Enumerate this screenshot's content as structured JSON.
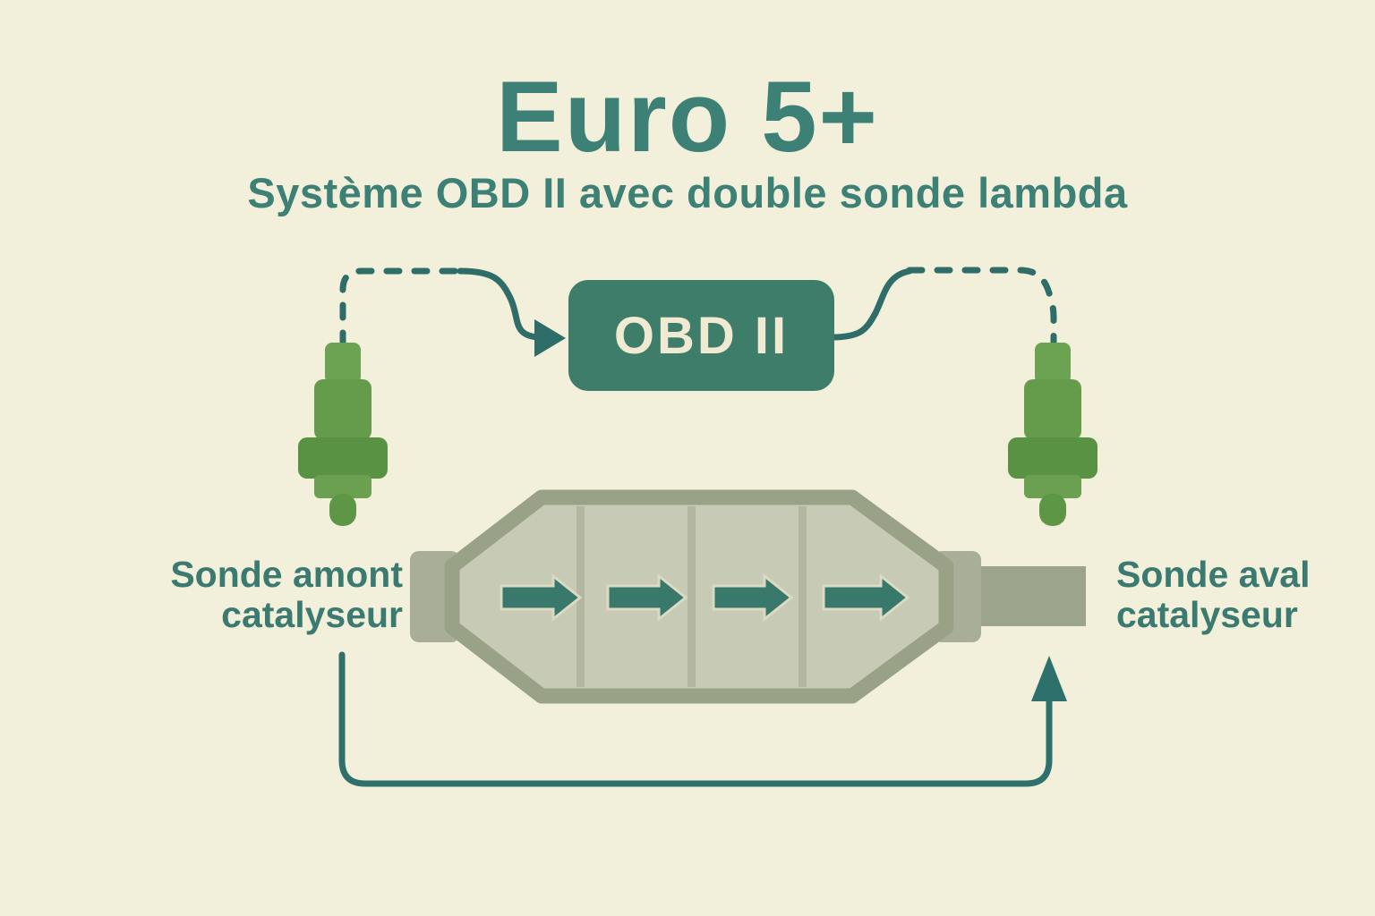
{
  "title": "Euro 5+",
  "subtitle": "Système OBD II avec double sonde lambda",
  "obd_module": {
    "label": "OBD II"
  },
  "labels": {
    "upstream_line1": "Sonde amont",
    "upstream_line2": "catalyseur",
    "downstream_line1": "Sonde aval",
    "downstream_line2": "catalyseur"
  },
  "diagram": {
    "components": [
      "upstream-lambda-sensor-icon",
      "downstream-lambda-sensor-icon",
      "obd2-module-box",
      "catalytic-converter-icon",
      "exhaust-flow-arrows",
      "feedback-loop-arrow"
    ],
    "flow_arrow_count": 4,
    "connections": [
      "upstream-sensor to OBD II (dashed, arrow into box)",
      "OBD II to downstream-sensor (dashed)",
      "upstream side loop under converter up to exhaust pipe (solid, arrow up)"
    ]
  },
  "colors": {
    "background": "#f2efda",
    "teal_text": "#3d8076",
    "teal_line": "#2f6e68",
    "flow_arrow": "#38796b",
    "obd_box_fill": "#3e7d6a",
    "obd_box_text": "#f0ead3",
    "converter_border": "#99a186",
    "converter_fill": "#c7cab5",
    "converter_divider": "#b3b79f",
    "converter_flange": "#a8ae97",
    "exhaust_pipe": "#9ca58c",
    "sensor_green_light": "#6ca353",
    "sensor_green_mid": "#649c4b",
    "sensor_green_dark": "#5a9244"
  }
}
